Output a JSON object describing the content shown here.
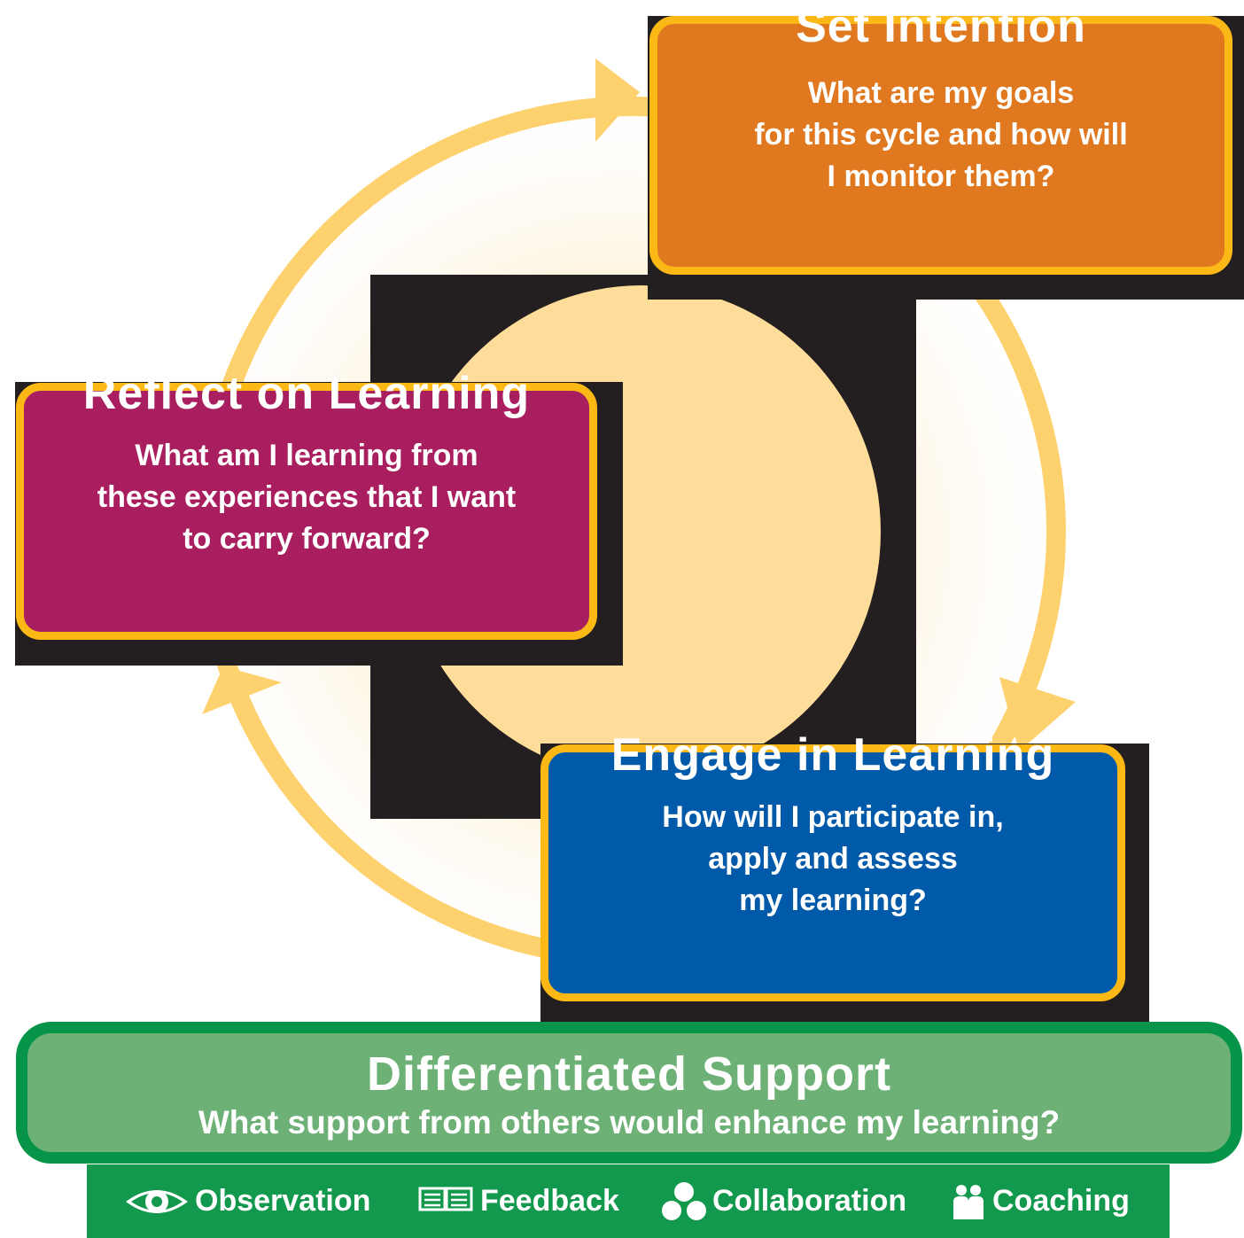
{
  "colors": {
    "ring": "#fdd26e",
    "center": "#fedd9a",
    "plate": "#231f20",
    "card_border": "#fcb814",
    "set_intention": "#e07820",
    "reflect": "#a91e5f",
    "engage": "#005aa9",
    "support_fill": "#6eb177",
    "support_border": "#069448",
    "support_bar": "#13994d"
  },
  "cards": {
    "set_intention": {
      "title": "Set Intention",
      "question": [
        "What are my goals",
        "for this cycle and how will",
        "I monitor them?"
      ]
    },
    "reflect": {
      "title": "Reflect on Learning",
      "question": [
        "What am I learning from",
        "these experiences that I want",
        "to carry forward?"
      ]
    },
    "engage": {
      "title": "Engage in Learning",
      "question": [
        "How will I participate in,",
        "apply and assess",
        "my learning?"
      ]
    }
  },
  "support": {
    "title": "Differentiated Support",
    "question": "What support from others would enhance my learning?"
  },
  "support_types": [
    {
      "label": "Observation",
      "icon": "eye-icon"
    },
    {
      "label": "Feedback",
      "icon": "feedback-forms-icon"
    },
    {
      "label": "Collaboration",
      "icon": "collaboration-dots-icon"
    },
    {
      "label": "Coaching",
      "icon": "coaching-people-icon"
    }
  ]
}
